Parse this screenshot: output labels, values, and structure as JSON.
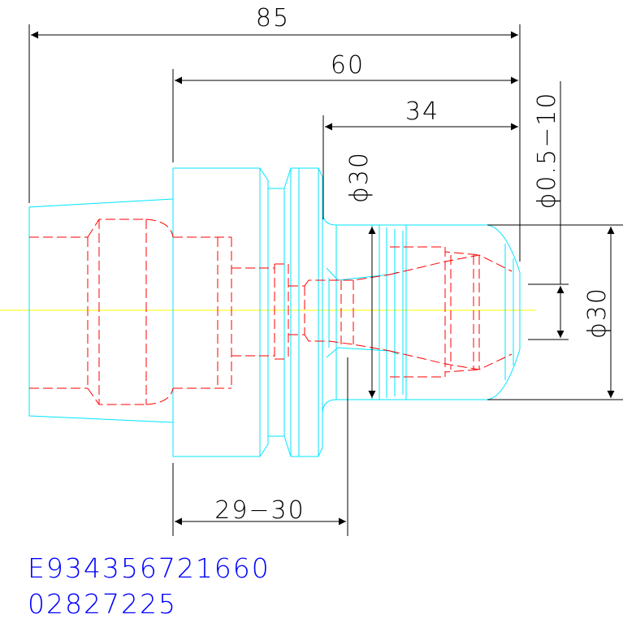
{
  "drawing": {
    "dimensions": {
      "overall_length": "85",
      "mid_length": "60",
      "nose_length": "34",
      "clamping_range": "ϕ0.5−10",
      "collar_diameter": "ϕ30",
      "nose_diameter": "ϕ30",
      "flange_to_face": "29−30"
    },
    "codes": {
      "line1": "E934356721660",
      "line2": "02827225"
    },
    "colors": {
      "outline": "#00e5ff",
      "hidden": "#ff0000",
      "centerline": "#ffff00",
      "dimension": "#000000",
      "code_text": "#0000ff"
    }
  }
}
